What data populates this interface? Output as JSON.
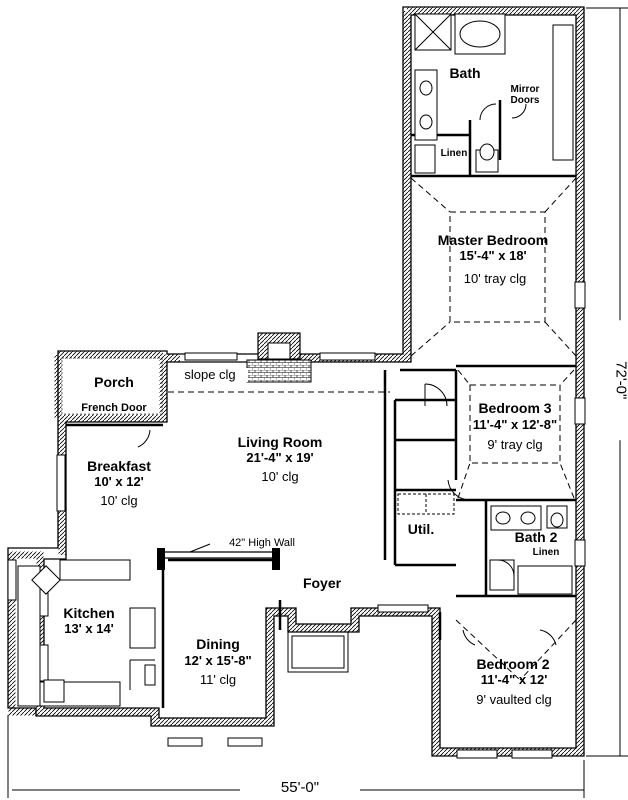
{
  "rooms": {
    "bath": {
      "name": "Bath",
      "mirror_doors": "Mirror\nDoors",
      "linen": "Linen"
    },
    "master_bedroom": {
      "name": "Master Bedroom",
      "size": "15'-4\" x 18'",
      "ceiling": "10' tray clg"
    },
    "bedroom3": {
      "name": "Bedroom 3",
      "size": "11'-4\" x 12'-8\"",
      "ceiling": "9' tray clg"
    },
    "bath2": {
      "name": "Bath 2",
      "linen": "Linen"
    },
    "bedroom2": {
      "name": "Bedroom 2",
      "size": "11'-4\" x 12'",
      "ceiling": "9' vaulted clg"
    },
    "living_room": {
      "name": "Living Room",
      "size": "21'-4\" x 19'",
      "ceiling": "10' clg"
    },
    "porch": {
      "name": "Porch",
      "door": "French Door"
    },
    "breakfast": {
      "name": "Breakfast",
      "size": "10' x 12'",
      "ceiling": "10' clg"
    },
    "kitchen": {
      "name": "Kitchen",
      "size": "13' x 14'"
    },
    "dining": {
      "name": "Dining",
      "size": "12' x 15'-8\"",
      "ceiling": "11' clg"
    },
    "foyer": {
      "name": "Foyer"
    },
    "util": {
      "name": "Util."
    }
  },
  "notes": {
    "slope_clg": "slope clg",
    "high_wall": "42\" High Wall"
  },
  "dimensions": {
    "width": "55'-0\"",
    "depth": "72'-0\""
  }
}
